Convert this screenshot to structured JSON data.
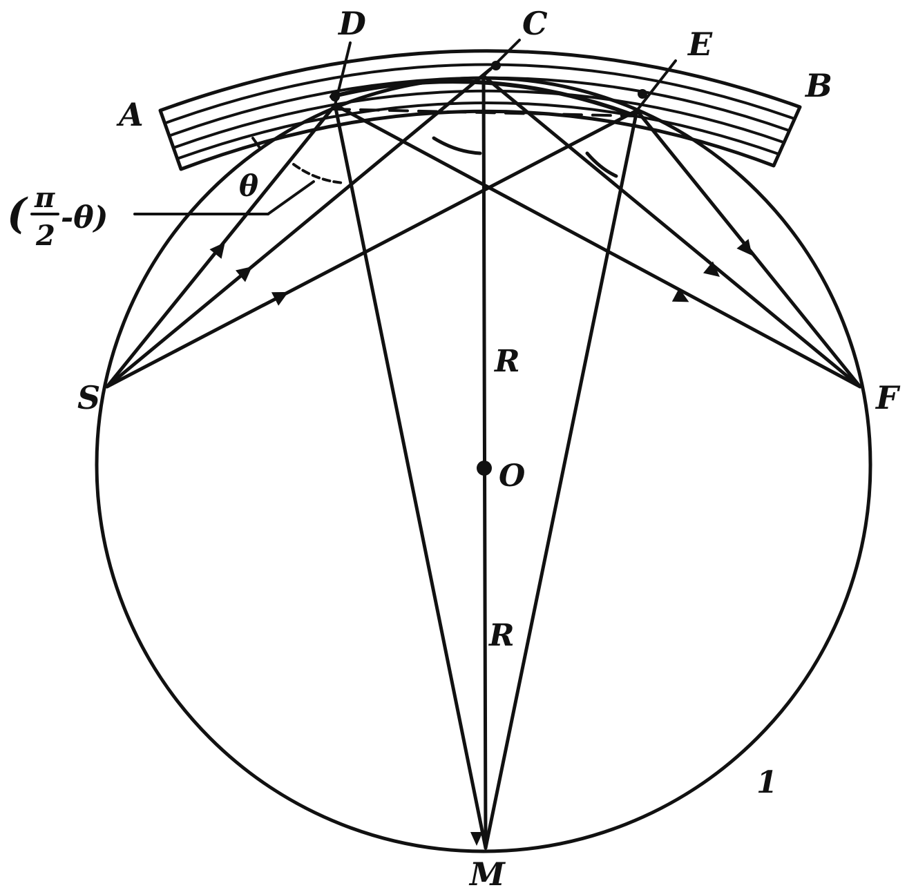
{
  "colors": {
    "ink": "#111111",
    "paper": "#ffffff"
  },
  "labels": {
    "A": "A",
    "B": "B",
    "C": "C",
    "D": "D",
    "E": "E",
    "S": "S",
    "F": "F",
    "M": "M",
    "O": "O",
    "R_upper": "R",
    "R_lower": "R",
    "theta": "θ",
    "angle_open": "(",
    "angle_pi": "π",
    "angle_two": "2",
    "angle_rest": "-θ)",
    "circle_number": "1"
  }
}
